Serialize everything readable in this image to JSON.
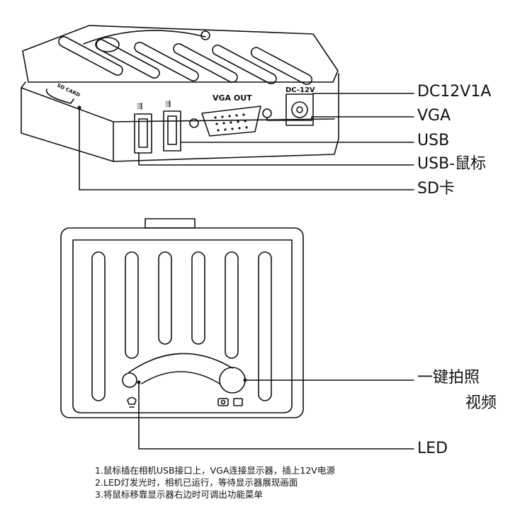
{
  "device_labels": {
    "vga_out": "VGA OUT",
    "dc_12v": "DC-12V",
    "sd_card": "SD CARD"
  },
  "callouts": {
    "dc": "DC12V1A",
    "vga": "VGA",
    "usb": "USB",
    "usb_mouse": "USB-鼠标",
    "sd": "SD卡",
    "capture_line1": "一键拍照",
    "capture_line2": "视频",
    "led": "LED"
  },
  "notes": [
    "1.鼠标插在相机USB接口上，VGA连接显示器，插上12V电源",
    "2.LED灯发光时，相机已运行，等待显示器展现画面",
    "3.将鼠标移靠显示器右边时可调出功能菜单"
  ],
  "colors": {
    "line": "#111111",
    "background": "#ffffff"
  }
}
